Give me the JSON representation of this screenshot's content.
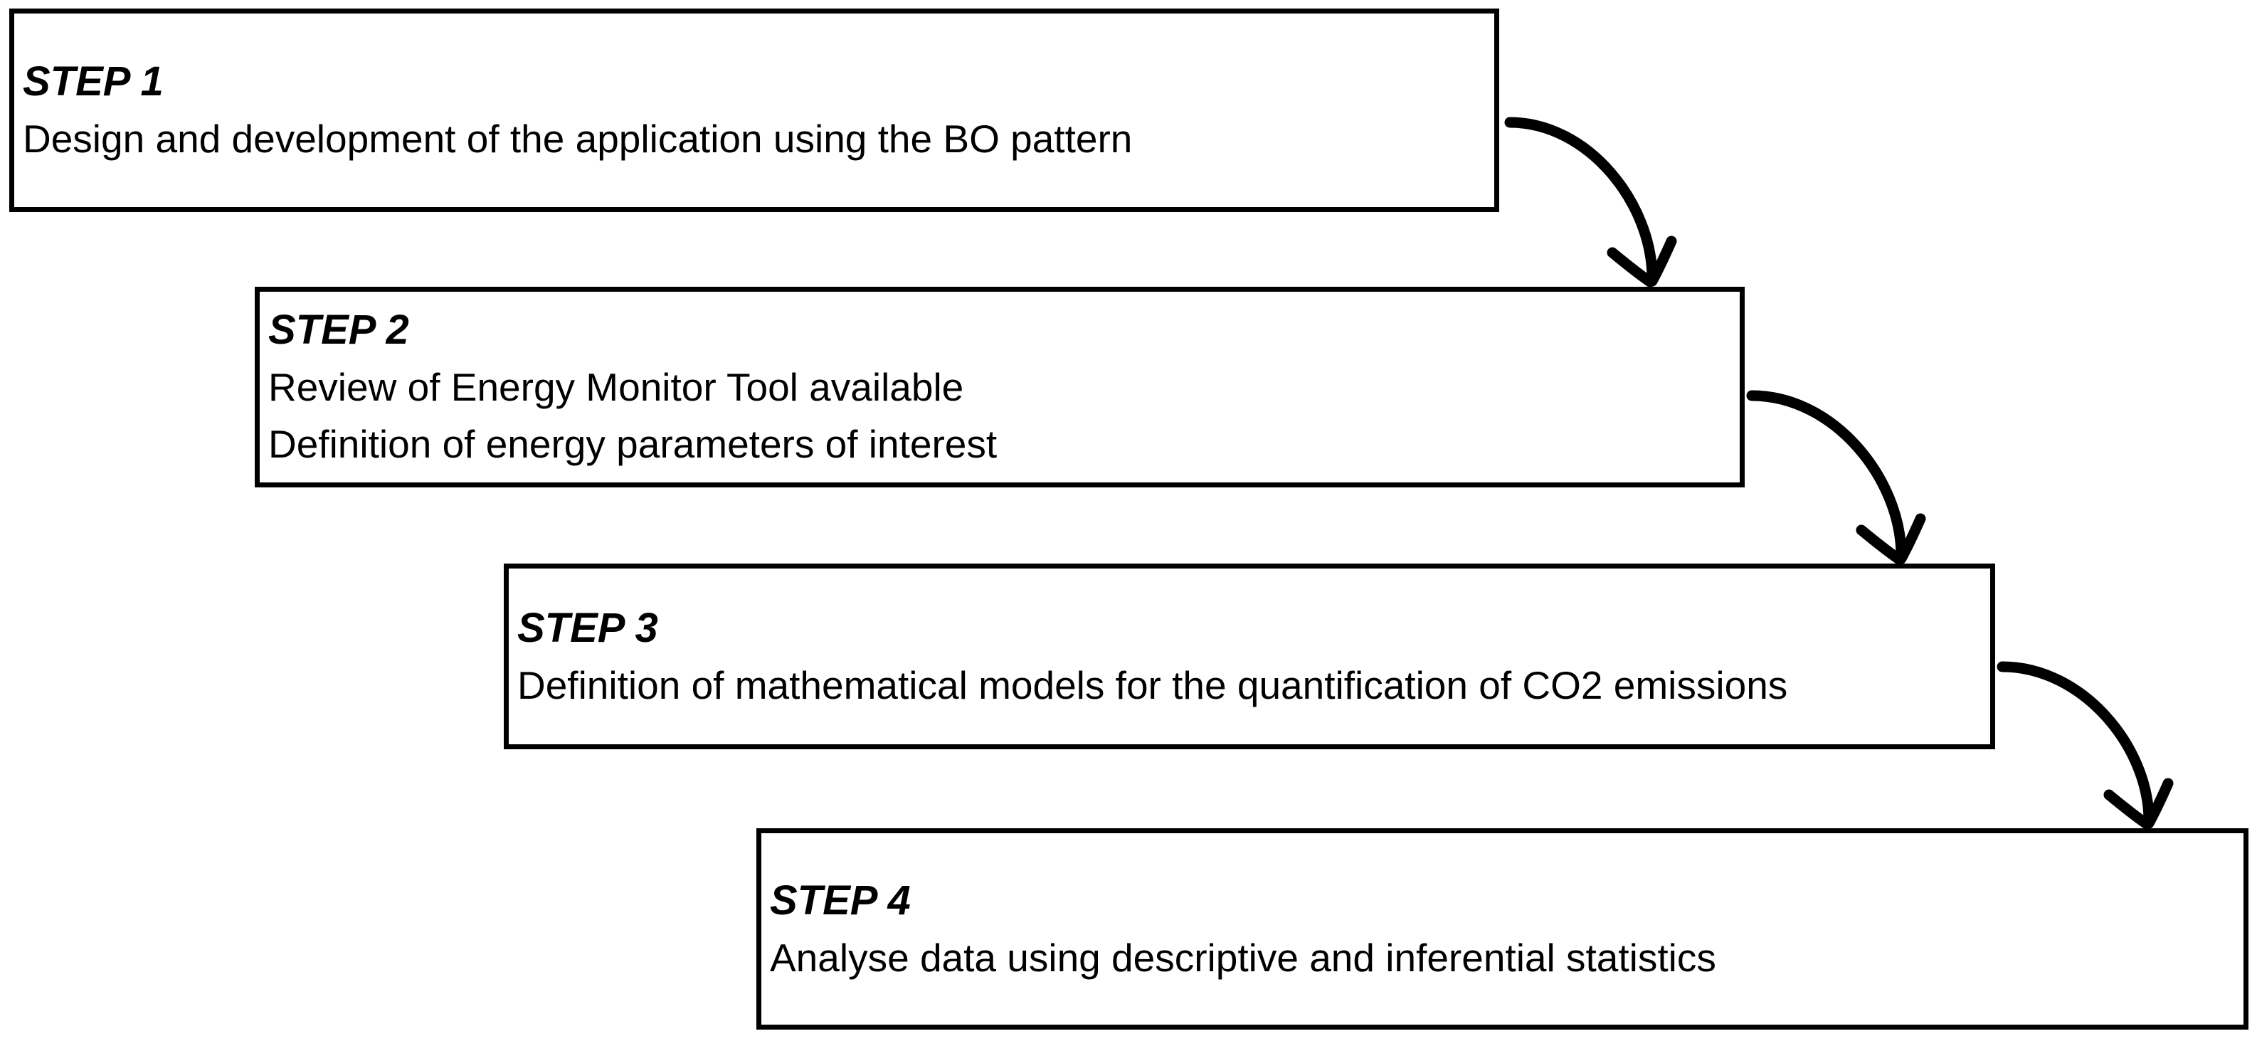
{
  "diagram": {
    "background_color": "#ffffff",
    "box_border_color": "#000000",
    "text_color": "#000000",
    "arrow_color": "#000000",
    "steps": [
      {
        "label": "STEP 1",
        "lines": [
          "Design and development of the application using the BO pattern"
        ]
      },
      {
        "label": "STEP 2",
        "lines": [
          "Review of Energy Monitor Tool available",
          "Definition of energy parameters of interest"
        ]
      },
      {
        "label": "STEP 3",
        "lines": [
          "Definition of mathematical models for the quantification of CO2 emissions"
        ]
      },
      {
        "label": "STEP 4",
        "lines": [
          "Analyse data using descriptive and inferential statistics"
        ]
      }
    ],
    "arrows": [
      {
        "from": "STEP 1",
        "to": "STEP 2"
      },
      {
        "from": "STEP 2",
        "to": "STEP 3"
      },
      {
        "from": "STEP 3",
        "to": "STEP 4"
      }
    ]
  }
}
